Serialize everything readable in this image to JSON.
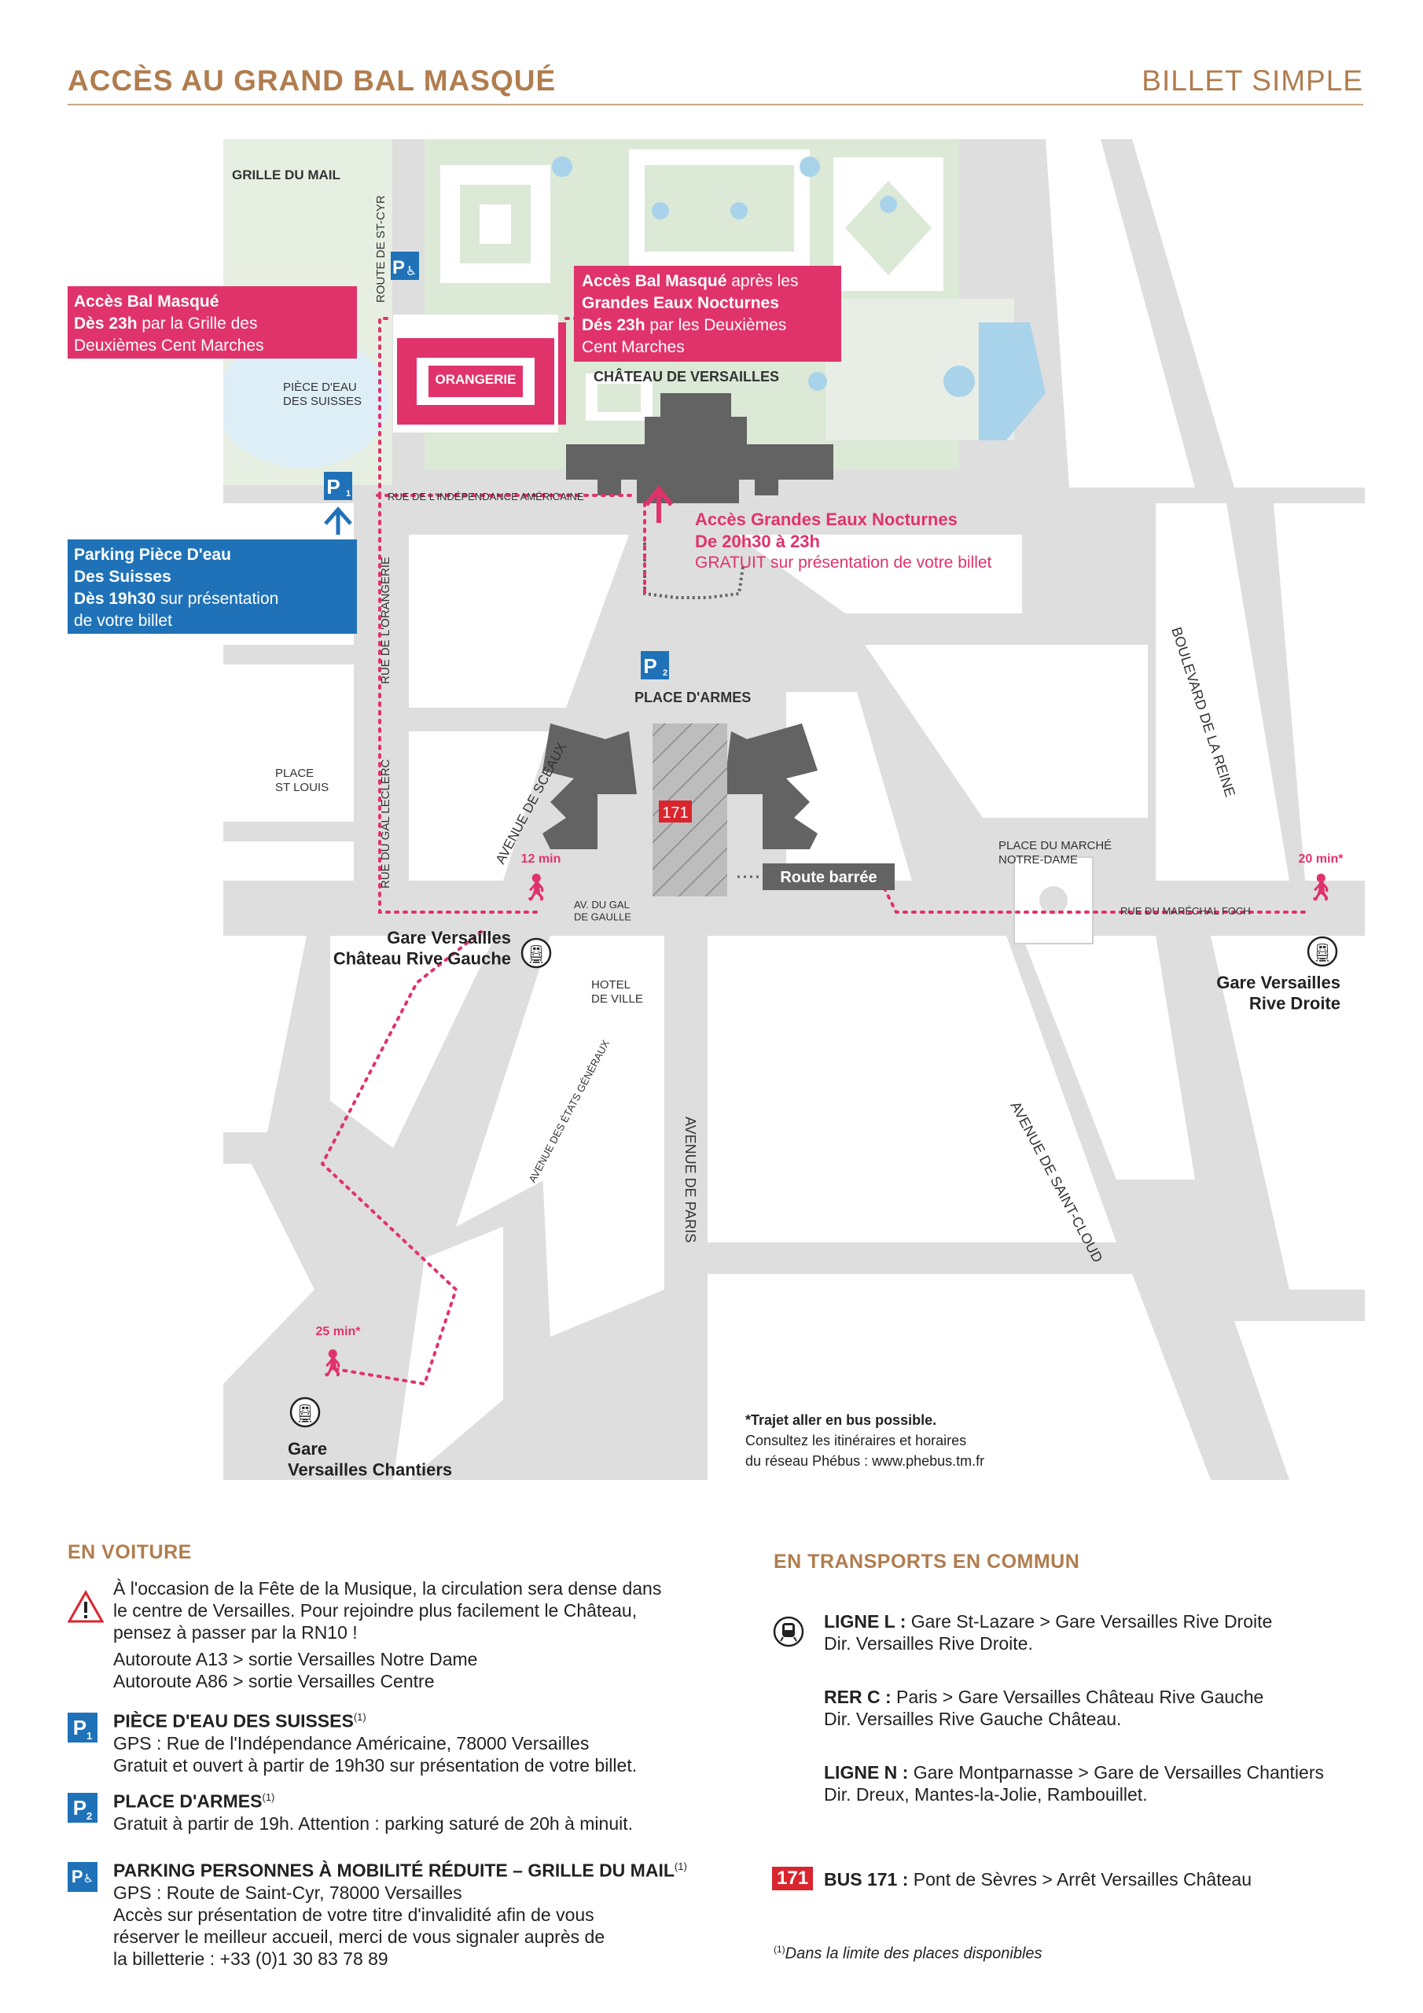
{
  "header": {
    "title": "ACCÈS AU GRAND BAL MASQUÉ",
    "ticket": "BILLET SIMPLE"
  },
  "map": {
    "labels": {
      "grille_du_mail": "GRILLE DU MAIL",
      "route_st_cyr": "ROUTE DE ST-CYR",
      "orangerie": "ORANGERIE",
      "piece_deau": "PIÈCE D'EAU\nDES SUISSES",
      "chateau": "CHÂTEAU DE VERSAILLES",
      "rue_independance": "RUE DE L'INDÉPENDANCE AMÉRICAINE",
      "rue_orangerie": "RUE DE L'ORANGERIE",
      "rue_leclerc": "RUE DU GAL LECLERC",
      "place_st_louis": "PLACE\nST LOUIS",
      "place_armes": "PLACE D'ARMES",
      "avenue_sceaux": "AVENUE DE SCEAUX",
      "bd_reine": "BOULEVARD DE LA REINE",
      "place_marche": "PLACE DU MARCHÉ\nNOTRE-DAME",
      "rue_foch": "RUE DU MARÉCHAL FOCH",
      "av_gaulle": "AV. DU GAL\nDE GAULLE",
      "hotel_ville": "HOTEL\nDE VILLE",
      "av_etats": "AVENUE DES ÉTATS GÉNÉRAUX",
      "av_paris": "AVENUE DE PARIS",
      "av_st_cloud": "AVENUE DE SAINT-CLOUD",
      "route_barree": "Route barrée",
      "bus_171": "171",
      "p1": "P",
      "p2": "P"
    },
    "times": {
      "rive_gauche": "12 min",
      "rive_droite": "20 min*",
      "chantiers": "25 min*"
    },
    "stations": {
      "rive_gauche": "Gare Versailles\nChâteau Rive Gauche",
      "rive_droite": "Gare Versailles\nRive Droite",
      "chantiers": "Gare\nVersailles Chantiers"
    },
    "callouts": {
      "bal_left": {
        "l1b": "Accès Bal Masqué",
        "l2b": "Dès 23h",
        "l2": " par la Grille des",
        "l3": "Deuxièmes Cent Marches"
      },
      "bal_center": {
        "l1b": "Accès Bal Masqué",
        "l1": " après les",
        "l2b": "Grandes Eaux Nocturnes",
        "l3b": "Dés 23h",
        "l3": " par les Deuxièmes",
        "l4": "Cent Marches"
      },
      "eaux": {
        "l1": "Accès Grandes Eaux Nocturnes",
        "l2": "De 20h30 à 23h",
        "l3": "GRATUIT sur présentation de votre billet"
      },
      "parking": {
        "l1": "Parking Pièce D'eau",
        "l2": "Des Suisses",
        "l3b": "Dès 19h30",
        "l3": " sur présentation",
        "l4": "de votre billet"
      }
    },
    "bus_note": {
      "l1": "*Trajet aller en bus possible.",
      "l2": "Consultez les itinéraires et horaires",
      "l3": "du réseau Phébus : www.phebus.tm.fr"
    }
  },
  "voiture": {
    "heading": "EN VOITURE",
    "warning": [
      "À l'occasion de la Fête de la Musique, la circulation sera dense dans",
      "le centre de Versailles. Pour rejoindre plus facilement le Château,",
      "pensez à passer par la RN10 !"
    ],
    "routes": [
      "Autoroute A13 > sortie Versailles Notre Dame",
      "Autoroute A86 > sortie Versailles Centre"
    ],
    "p1": {
      "title": "PIÈCE D'EAU DES SUISSES",
      "sup": "(1)",
      "l1": "GPS : Rue de l'Indépendance Américaine, 78000 Versailles",
      "l2": "Gratuit et ouvert à partir de 19h30 sur présentation de votre billet."
    },
    "p2": {
      "title": "PLACE D'ARMES",
      "sup": "(1)",
      "l1": "Gratuit à partir de 19h. Attention : parking saturé de 20h à minuit."
    },
    "pmr": {
      "title": "PARKING PERSONNES À MOBILITÉ RÉDUITE – GRILLE DU MAIL",
      "sup": "(1)",
      "l1": "GPS : Route de Saint-Cyr, 78000 Versailles",
      "l2": "Accès sur présentation de votre titre d'invalidité afin de vous",
      "l3": "réserver le meilleur accueil, merci de vous signaler auprès de",
      "l4": "la billetterie : +33 (0)1 30 83 78 89"
    }
  },
  "transports": {
    "heading": "EN TRANSPORTS EN COMMUN",
    "ligne_l": {
      "name": "LIGNE L :",
      "route": " Gare St-Lazare > Gare Versailles Rive Droite",
      "dir": "Dir. Versailles Rive Droite."
    },
    "rer_c": {
      "name": "RER C :",
      "route": " Paris > Gare Versailles Château Rive Gauche",
      "dir": "Dir. Versailles Rive Gauche Château."
    },
    "ligne_n": {
      "name": "LIGNE N :",
      "route": " Gare Montparnasse > Gare de Versailles Chantiers",
      "dir": "Dir. Dreux, Mantes-la-Jolie, Rambouillet."
    },
    "bus": {
      "badge": "171",
      "name": "BUS 171 :",
      "route": " Pont de Sèvres > Arrêt Versailles Château"
    },
    "footnote_sup": "(1)",
    "footnote": "Dans la limite des places disponibles"
  },
  "colors": {
    "accent": "#b07d4f",
    "pink": "#e0336b",
    "blue": "#1f72b8",
    "green": "#dbe9d6",
    "street": "#dcdcdc",
    "building": "#636363"
  }
}
